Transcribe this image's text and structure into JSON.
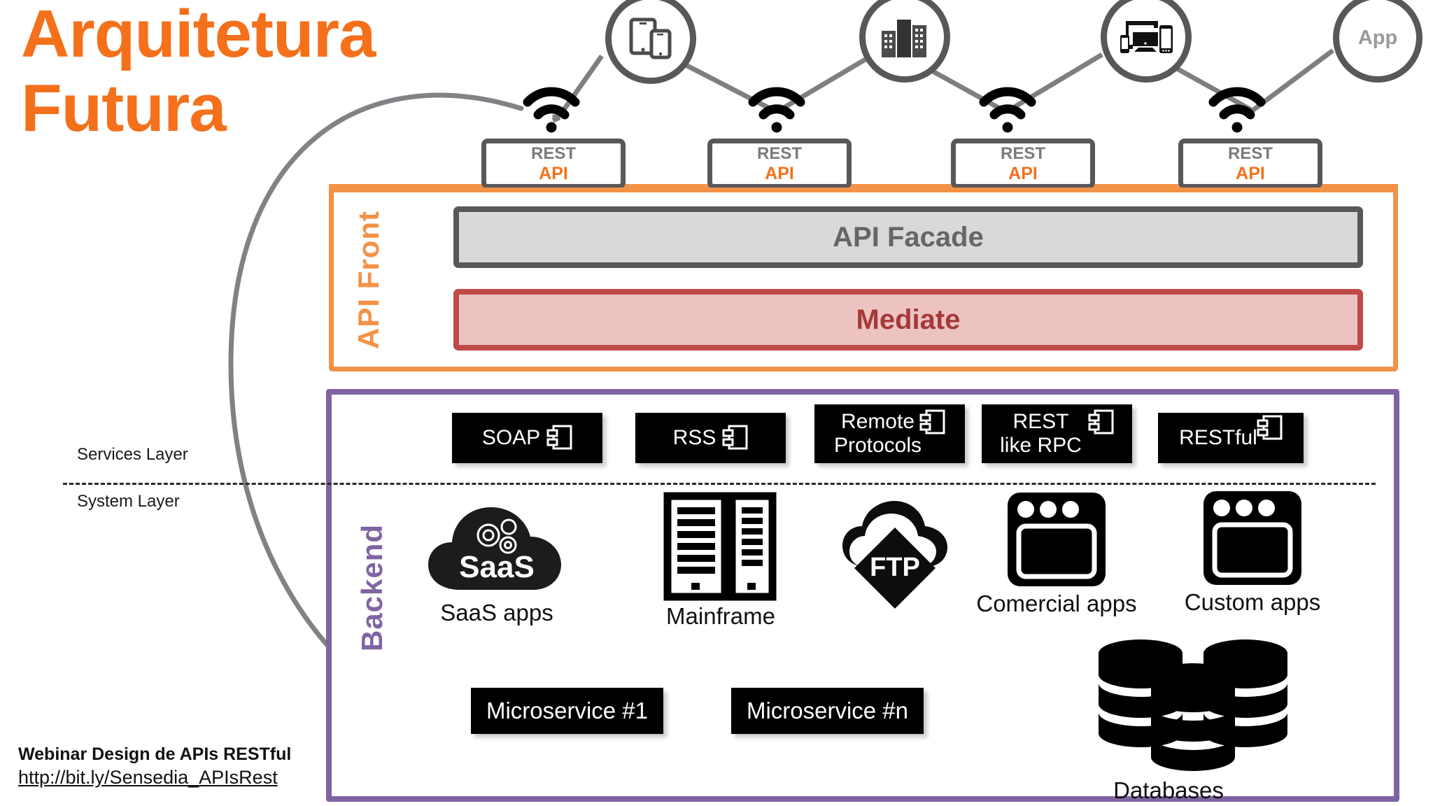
{
  "title": {
    "line1": "Arquitetura",
    "line2": "Futura"
  },
  "footer": {
    "line1": "Webinar Design de APIs RESTful",
    "line2": "http://bit.ly/Sensedia_APIsRest"
  },
  "colors": {
    "title_orange": "#F4701B",
    "panel_orange": "#F39247",
    "panel_purple": "#8064A2",
    "gray_dark": "#58585A",
    "facade_fill": "#d9d9d9",
    "mediate_border": "#BE4B48",
    "mediate_fill": "#edc3c2",
    "mediate_text": "#A33A38",
    "black": "#000000"
  },
  "clients": [
    {
      "id": "mobile-devices",
      "icon": "tablet-phone-icon",
      "label": ""
    },
    {
      "id": "enterprise",
      "icon": "buildings-icon",
      "label": ""
    },
    {
      "id": "multi-device",
      "icon": "multi-device-icon",
      "label": ""
    },
    {
      "id": "app",
      "icon": "app-circle",
      "label": "App"
    }
  ],
  "rest_endpoints": [
    {
      "line1": "REST",
      "line2": "API"
    },
    {
      "line1": "REST",
      "line2": "API"
    },
    {
      "line1": "REST",
      "line2": "API"
    },
    {
      "line1": "REST",
      "line2": "API"
    }
  ],
  "api_front": {
    "label": "API Front",
    "facade": "API Facade",
    "mediate": "Mediate"
  },
  "backend": {
    "label": "Backend",
    "layers": {
      "services": "Services Layer",
      "system": "System Layer"
    },
    "services": [
      {
        "text": "SOAP",
        "lines": [
          "SOAP"
        ]
      },
      {
        "text": "RSS",
        "lines": [
          "RSS"
        ]
      },
      {
        "text": "Remote Protocols",
        "lines": [
          "Remote",
          "Protocols"
        ]
      },
      {
        "text": "REST like RPC",
        "lines": [
          "REST",
          "like RPC"
        ]
      },
      {
        "text": "RESTful",
        "lines": [
          "RESTful"
        ]
      }
    ],
    "systems": [
      {
        "label": "SaaS apps",
        "icon": "saas-cloud-icon",
        "badge": "SaaS"
      },
      {
        "label": "Mainframe",
        "icon": "mainframe-icon"
      },
      {
        "label": "",
        "icon": "ftp-cloud-icon",
        "badge": "FTP"
      },
      {
        "label": "Comercial apps",
        "icon": "window-app-icon"
      },
      {
        "label": "Custom apps",
        "icon": "window-app-icon"
      },
      {
        "label": "Databases",
        "icon": "database-stack-icon"
      }
    ],
    "microservices": [
      {
        "label": "Microservice #1"
      },
      {
        "label": "Microservice #n"
      }
    ]
  }
}
